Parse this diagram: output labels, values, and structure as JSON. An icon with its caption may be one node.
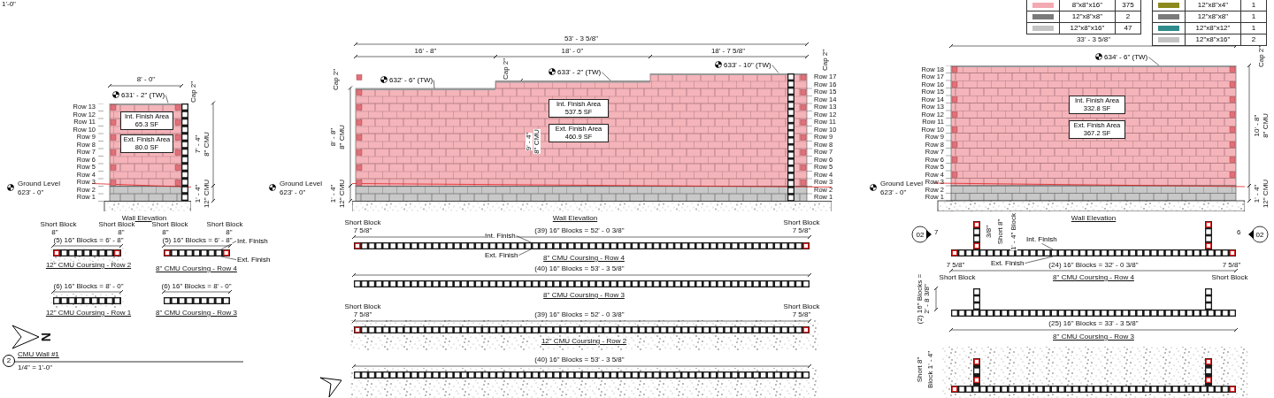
{
  "diagram": {
    "nodes": [
      {
        "text": [],
        "shape": "picture"
      },
      {
        "text": [
          "Int. Finish Area 65.3 SF"
        ],
        "in": 0
      },
      {
        "text": [
          "Ext. Finish Area 80.0 SF"
        ],
        "in": 0
      },
      {
        "text": [],
        "shape": "picture"
      },
      {
        "text": [
          "Int. Finish Area 537.5 SF"
        ],
        "in": 3
      },
      {
        "text": [
          "Ext. Finish Area 460.9 SF"
        ],
        "in": 3
      },
      {
        "text": [],
        "shape": "picture"
      },
      {
        "text": [
          "Int. Finish Area 332.8 SF"
        ],
        "in": 6
      },
      {
        "text": [
          "Ext. Finish Area 367.2 SF"
        ],
        "in": 6
      },
      {
        "text": [],
        "shape": "picture"
      },
      {
        "text": [],
        "shape": "picture"
      },
      {
        "text": [],
        "shape": "picture"
      },
      {
        "text": [
          "02"
        ],
        "beside": [
          "7"
        ]
      },
      {
        "text": [
          "02"
        ],
        "beside": [
          "6"
        ]
      },
      {
        "text": [
          "2"
        ],
        "beside": [
          "CMU Wall #1",
          "1/4\" = 1'-0\""
        ]
      },
      {
        "text": [
          "631' - 2\" (TW)"
        ]
      },
      {
        "text": [
          "632' - 6\" (TW)"
        ]
      },
      {
        "text": [
          "633' - 2\" (TW)"
        ]
      },
      {
        "text": [
          "633' - 10\" (TW)"
        ]
      },
      {
        "text": [
          "634' - 6\" (TW)"
        ]
      },
      {
        "text": [
          "Int. Finish"
        ]
      },
      {
        "text": [
          "Ext. Finish"
        ]
      },
      {
        "text": [
          "Int. Finish"
        ]
      },
      {
        "text": [
          "Ext. Finish"
        ]
      },
      {
        "text": [
          "Int. Finish"
        ]
      },
      {
        "text": [
          "Ext. Finish"
        ]
      }
    ],
    "edges": [
      {
        "from": 15,
        "to": 0,
        "arrow": "none"
      },
      {
        "from": 16,
        "to": 3,
        "arrow": "none"
      },
      {
        "from": 17,
        "to": 3,
        "arrow": "none"
      },
      {
        "from": 18,
        "to": 3,
        "arrow": "none"
      },
      {
        "from": 19,
        "to": 6,
        "arrow": "none"
      },
      {
        "from": 20,
        "to": 9,
        "arrow": "none"
      },
      {
        "from": 21,
        "to": 9,
        "arrow": "none"
      },
      {
        "from": 22,
        "to": 10,
        "arrow": "none"
      },
      {
        "from": 23,
        "to": 10,
        "arrow": "none"
      },
      {
        "from": 24,
        "to": 11,
        "arrow": "none"
      },
      {
        "from": 25,
        "to": 11,
        "arrow": "none"
      }
    ],
    "labels": [
      "1'-0\"",
      "8' - 0\"",
      "Cap 2\"",
      "7' - 4\"",
      "8\" CMU",
      "1' - 4\"",
      "12\" CMU",
      "Row 13",
      "Row 12",
      "Row 11",
      "Row 10",
      "Row 9",
      "Row 8",
      "Row 7",
      "Row 6",
      "Row 5",
      "Row 4",
      "Row 3",
      "Row 2",
      "Row 1",
      "Ground Level",
      "623' - 0\"",
      "Wall Elevation",
      "Short Block",
      "Short Block",
      "8\"",
      "(5) 16\" Blocks = 6' - 8\"",
      "8\"",
      "12\" CMU Coursing - Row 2",
      "Short Block",
      "Short Block",
      "8\"",
      "(5) 16\" Blocks = 6' - 8\"",
      "8\"",
      "8\" CMU Coursing - Row 4",
      "(6) 16\" Blocks = 8' - 0\"",
      "12\" CMU Coursing - Row 1",
      "(6) 16\" Blocks = 8' - 0\"",
      "8\" CMU Coursing - Row 3",
      "N",
      "53' - 3 5/8\"",
      "16' - 8\"",
      "18' - 0\"",
      "18' - 7 5/8\"",
      "Cap 2\"",
      "Cap 2\"",
      "Cap 2\"",
      "8' - 8\"",
      "8\" CMU",
      "9' - 4\"",
      "8\" CMU",
      "1' - 4\"",
      "12\" CMU",
      "Row 17",
      "Row 16",
      "Row 15",
      "Row 14",
      "Row 13",
      "Row 12",
      "Row 11",
      "Row 10",
      "Row 9",
      "Row 8",
      "Row 7",
      "Row 6",
      "Row 5",
      "Row 4",
      "Row 3",
      "Row 2",
      "Row 1",
      "Ground Level",
      "623' - 0\"",
      "Wall Elevation",
      "Short Block",
      "7 5/8\"",
      "(39) 16\" Blocks = 52' - 0 3/8\"",
      "Short Block",
      "7 5/8\"",
      "8\" CMU Coursing - Row 4",
      "(40) 16\" Blocks = 53' - 3 5/8\"",
      "8\" CMU Coursing - Row 3",
      "Short Block",
      "7 5/8\"",
      "(39) 16\" Blocks = 52' - 0 3/8\"",
      "Short Block",
      "7 5/8\"",
      "12\" CMU Coursing - Row 2",
      "(40) 16\" Blocks = 53' - 3 5/8\"",
      "33' - 3 5/8\"",
      "Cap 2\"",
      "10' - 8\"",
      "8\" CMU",
      "1' - 4\"",
      "12\" CMU",
      "Row 18",
      "Row 17",
      "Row 16",
      "Row 15",
      "Row 14",
      "Row 13",
      "Row 12",
      "Row 11",
      "Row 10",
      "Row 9",
      "Row 8",
      "Row 7",
      "Row 6",
      "Row 5",
      "Row 4",
      "Row 3",
      "Row 2",
      "Row 1",
      "Ground Level",
      "623' - 0\"",
      "Wall Elevation",
      "3/8\"",
      "Short 8\"",
      "1' - 4\" Block",
      "7 5/8\"",
      "(24) 16\" Blocks = 32' - 0 3/8\"",
      "7 5/8\"",
      "Short Block",
      "8\" CMU Coursing - Row 4",
      "Short Block",
      "(2) 16\" Blocks = 2' - 8 3/8\"",
      "(25) 16\" Blocks = 33' - 3 5/8\"",
      "8\" CMU Coursing - Row 3",
      "Short 8\"",
      "Block 1' - 4\"",
      "375",
      "2",
      "47",
      "1",
      "1",
      "1",
      "2"
    ],
    "legend": [
      {
        "text": "8\"x8\"x16\"",
        "color": "#f4aab2"
      },
      {
        "text": "12\"x8\"x8\"",
        "color": "#7a7a7a"
      },
      {
        "text": "12\"x8\"x16\"",
        "color": "#c4c4c4"
      },
      {
        "text": "12\"x8\"x4\"",
        "color": "#8c8a1e"
      },
      {
        "text": "12\"x8\"x8\"",
        "color": "#7a7a7a"
      },
      {
        "text": "12\"x8\"x12\"",
        "color": "#2f8b8b"
      },
      {
        "text": "12\"x8\"x16\"",
        "color": "#c4c4c4"
      }
    ]
  }
}
